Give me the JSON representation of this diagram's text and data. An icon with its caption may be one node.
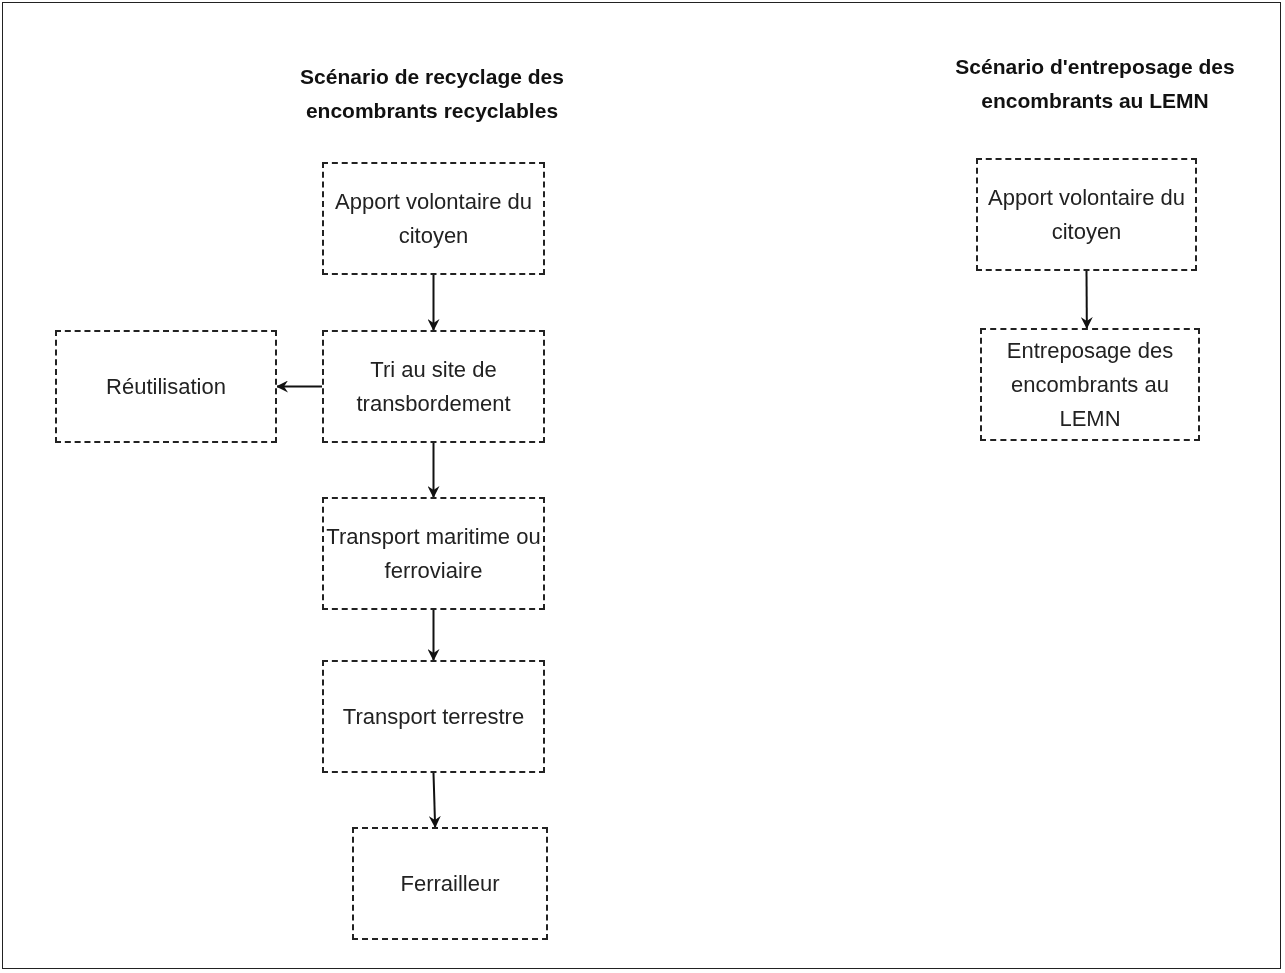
{
  "diagram": {
    "nodes": [
      {
        "text": [
          "Apport volontaire du citoyen"
        ]
      },
      {
        "text": [
          "Tri au site de transbordement"
        ]
      },
      {
        "text": [
          "Réutilisation"
        ]
      },
      {
        "text": [
          "Transport maritime ou ferroviaire"
        ]
      },
      {
        "text": [
          "Transport terrestre"
        ]
      },
      {
        "text": [
          "Ferrailleur"
        ]
      },
      {
        "text": [
          "Apport volontaire du citoyen"
        ]
      },
      {
        "text": [
          "Entreposage des encombrants au LEMN"
        ]
      }
    ],
    "edges": [
      {
        "from": 0,
        "to": 1,
        "arrow": "to"
      },
      {
        "from": 1,
        "to": 2,
        "arrow": "to"
      },
      {
        "from": 1,
        "to": 3,
        "arrow": "to"
      },
      {
        "from": 3,
        "to": 4,
        "arrow": "to"
      },
      {
        "from": 4,
        "to": 5,
        "arrow": "to"
      },
      {
        "from": 6,
        "to": 7,
        "arrow": "to"
      }
    ],
    "labels": [
      "Scénario de recyclage des encombrants recyclables",
      "Scénario d'entreposage des encombrants au LEMN"
    ]
  }
}
